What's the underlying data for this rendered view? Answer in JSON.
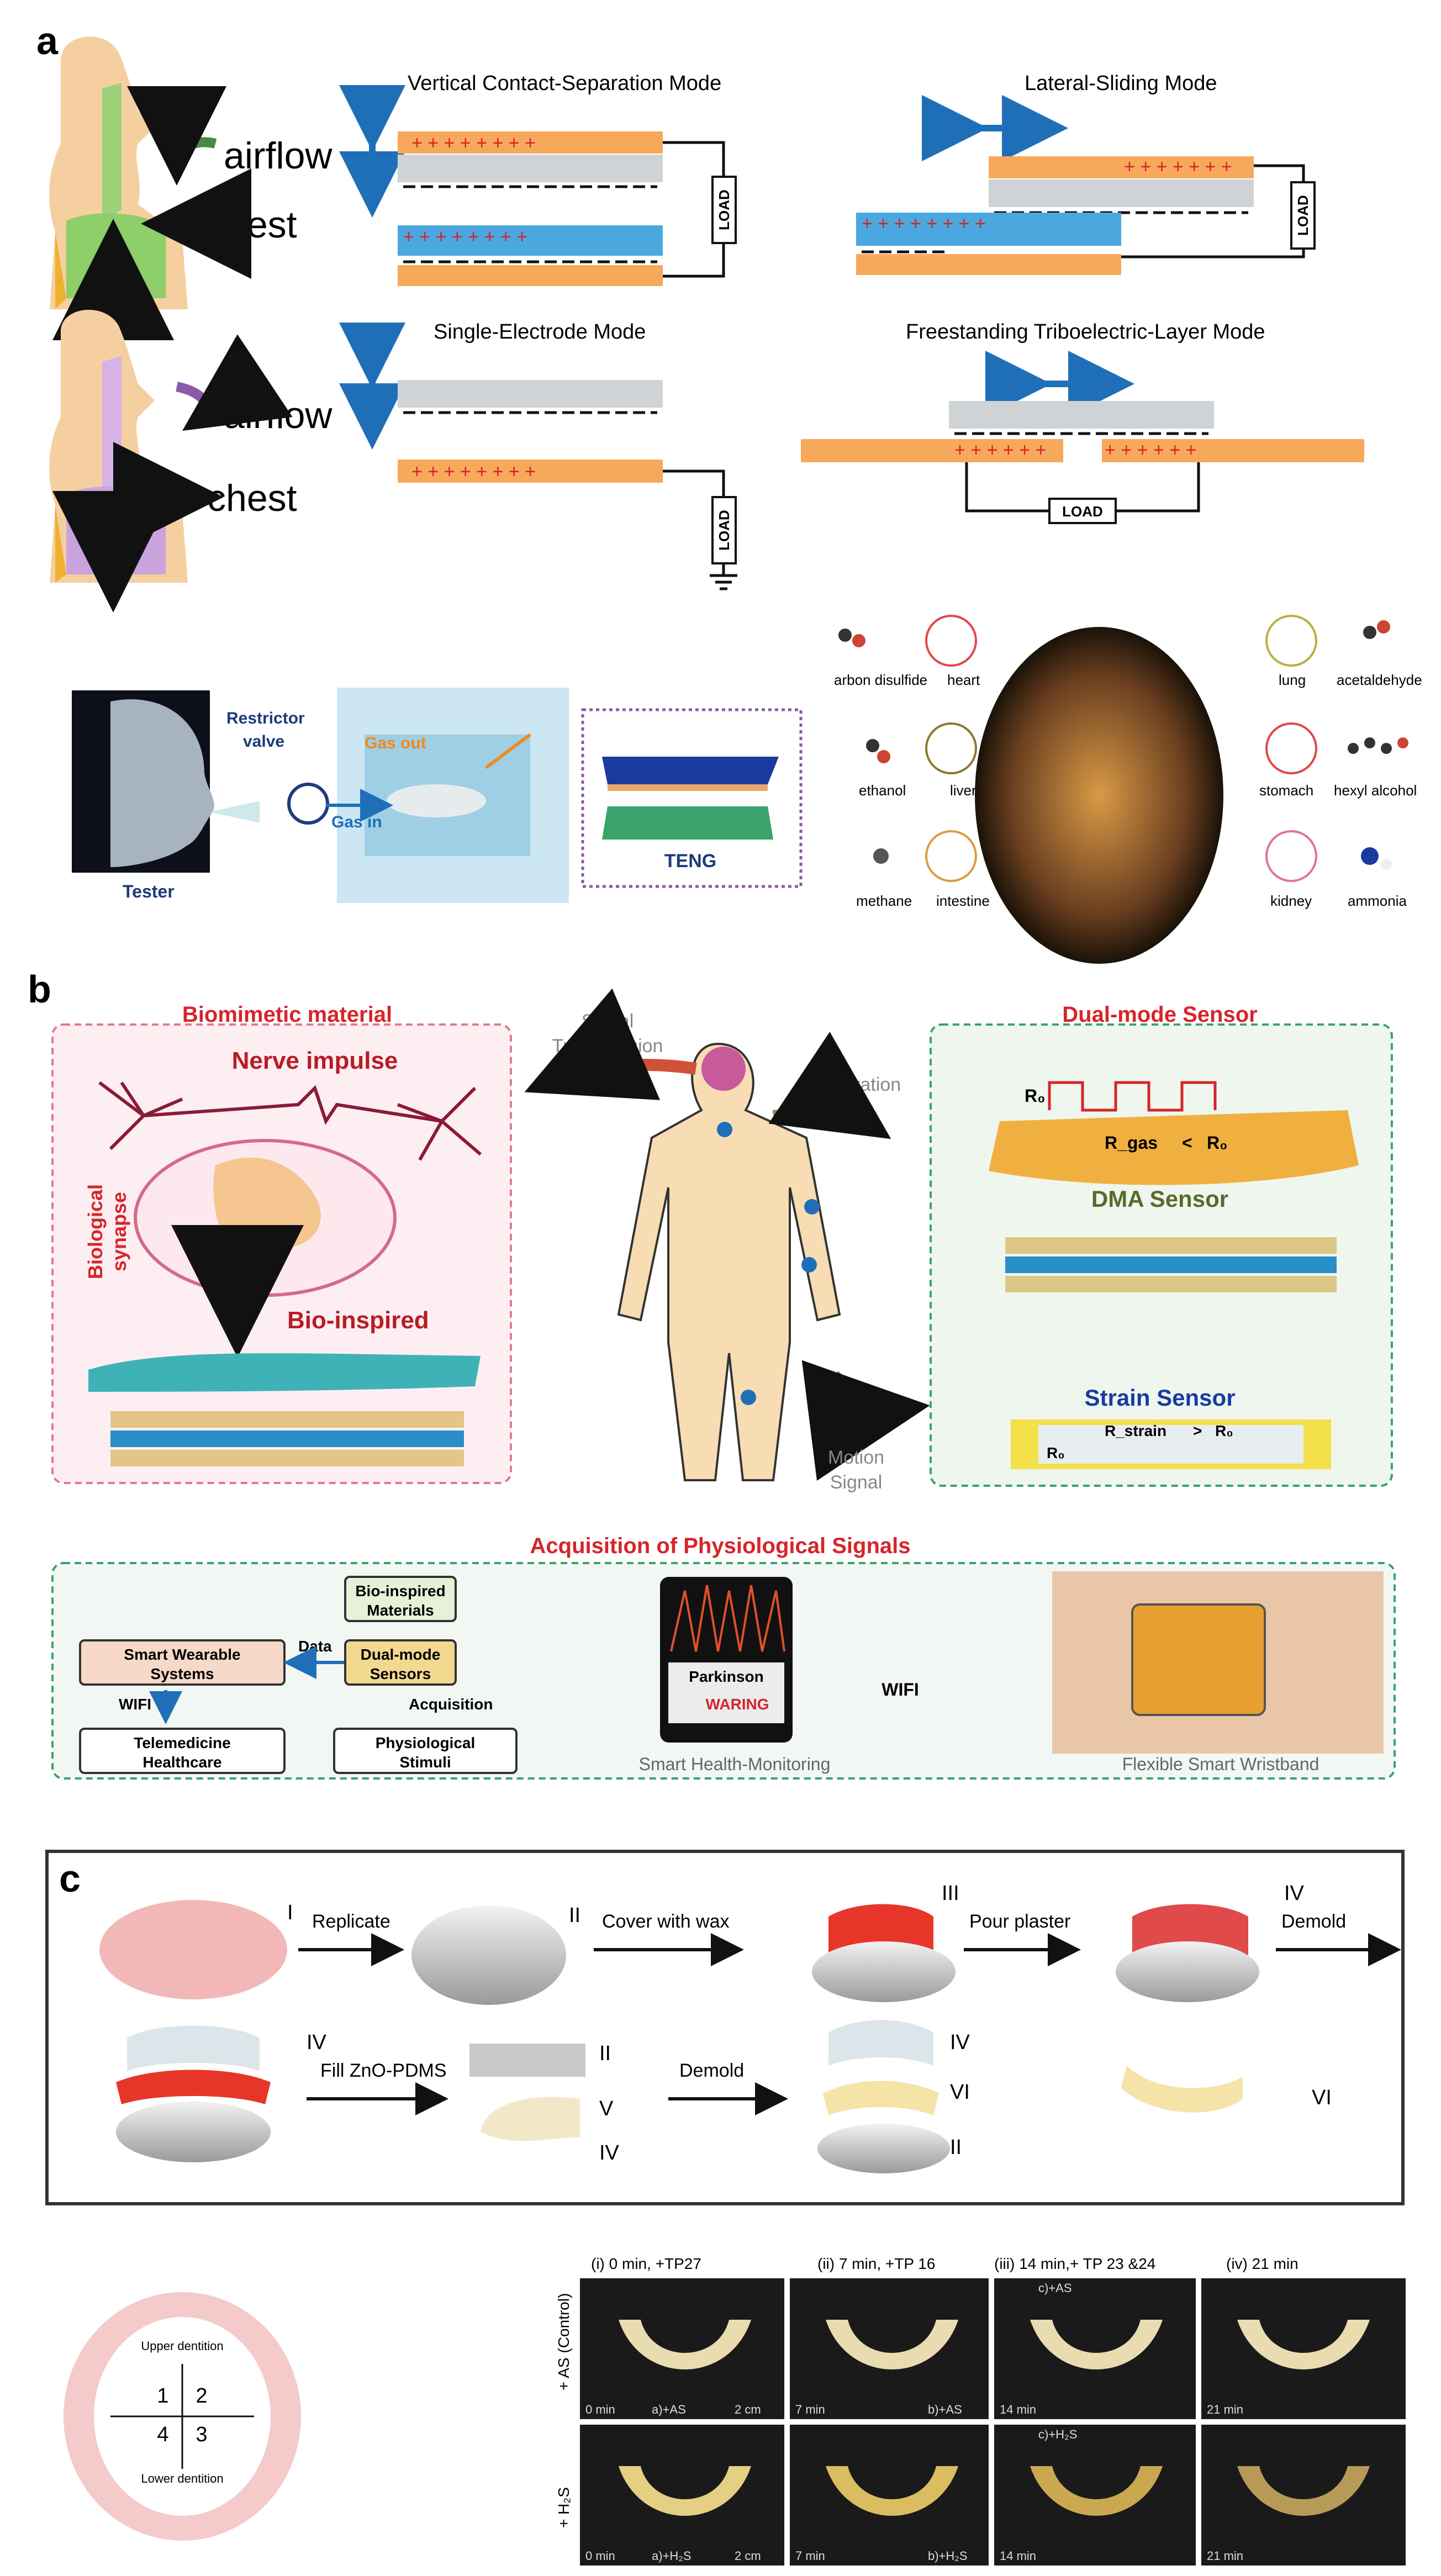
{
  "panel_a": {
    "label": "a",
    "airflow": "airflow",
    "chest": "chest",
    "modes": {
      "vertical": "Vertical Contact-Separation Mode",
      "lateral": "Lateral-Sliding Mode",
      "single": "Single-Electrode Mode",
      "freestanding": "Freestanding Triboelectric-Layer Mode"
    },
    "load": "LOAD",
    "plus_short": "+ + + + + + +",
    "plus_long": "+ + + + + + + +",
    "plus_six": "+ + + + + +",
    "tester": "Tester",
    "restrictor": "Restrictor",
    "valve": "valve",
    "gas_out": "Gas out",
    "gas_in": "Gas in",
    "teng": "TENG",
    "organs": {
      "carbon_disulfide": "arbon disulfide",
      "heart": "heart",
      "lung": "lung",
      "acetaldehyde": "acetaldehyde",
      "ethanol": "ethanol",
      "liver": "liver",
      "stomach": "stomach",
      "hexyl_alcohol": "hexyl alcohol",
      "methane": "methane",
      "intestine": "intestine",
      "kidney": "kidney",
      "ammonia": "ammonia"
    }
  },
  "panel_b": {
    "label": "b",
    "biomimetic": "Biomimetic material",
    "nerve_impulse": "Nerve impulse",
    "biological": "Biological",
    "synapse": "synapse",
    "bio_inspired": "Bio-inspired",
    "signal": "Signal",
    "transmission": "Transmission",
    "expiration": "Expiration",
    "motion": "Motion",
    "signal2": "Signal",
    "dual_mode": "Dual-mode Sensor",
    "r0": "R₀",
    "rgas": "R_gas",
    "lt": "<",
    "dma": "DMA Sensor",
    "strain_sensor": "Strain Sensor",
    "rstrain": "R_strain",
    "gt": ">",
    "acquisition_title": "Acquisition of Physiological Signals",
    "bio_materials_1": "Bio-inspired",
    "bio_materials_2": "Materials",
    "smart_wearable_1": "Smart Wearable",
    "smart_wearable_2": "Systems",
    "data": "Data",
    "dual_mode_sensors_1": "Dual-mode",
    "dual_mode_sensors_2": "Sensors",
    "wifi": "WIFI",
    "acquisition": "Acquisition",
    "telemedicine_1": "Telemedicine",
    "telemedicine_2": "Healthcare",
    "physiological_1": "Physiological",
    "physiological_2": "Stimuli",
    "parkinson": "Parkinson",
    "waring": "WARING",
    "wifi2": "WIFI",
    "smart_health": "Smart Health-Monitoring",
    "flexible": "Flexible Smart Wristband"
  },
  "panel_c": {
    "label": "c",
    "replicate": "Replicate",
    "cover_wax": "Cover with wax",
    "pour_plaster": "Pour plaster",
    "demold": "Demold",
    "fill": "Fill ZnO-PDMS",
    "demold2": "Demold",
    "r_I": "I",
    "r_II": "II",
    "r_III": "III",
    "r_IV": "IV",
    "r_V": "V",
    "r_VI": "VI",
    "upper": "Upper dentition",
    "lower": "Lower dentition",
    "q1": "1",
    "q2": "2",
    "q3": "3",
    "q4": "4",
    "col_i": "(i) 0 min, +TP27",
    "col_ii": "(ii) 7 min, +TP 16",
    "col_iii": "(iii) 14 min,+ TP 23 &24",
    "col_iv": "(iv) 21 min",
    "row_as": "+ AS (Control)",
    "row_h2s": "+ H₂S",
    "t0": "0 min",
    "t7": "7 min",
    "t14": "14 min",
    "t21": "21 min",
    "a_as": "a)+AS",
    "b_as": "b)+AS",
    "c_as": "c)+AS",
    "a_h2s": "a)+H₂S",
    "b_h2s": "b)+H₂S",
    "c_h2s": "c)+H₂S",
    "scale": "2 cm"
  },
  "colors": {
    "orange": "#f7a95b",
    "grey": "#cfd3d6",
    "blue": "#4aa8de",
    "arrow_blue": "#1f6fb8",
    "red_title": "#d6252a",
    "green_box": "#3aa36b",
    "dark_frame": "#333333"
  }
}
